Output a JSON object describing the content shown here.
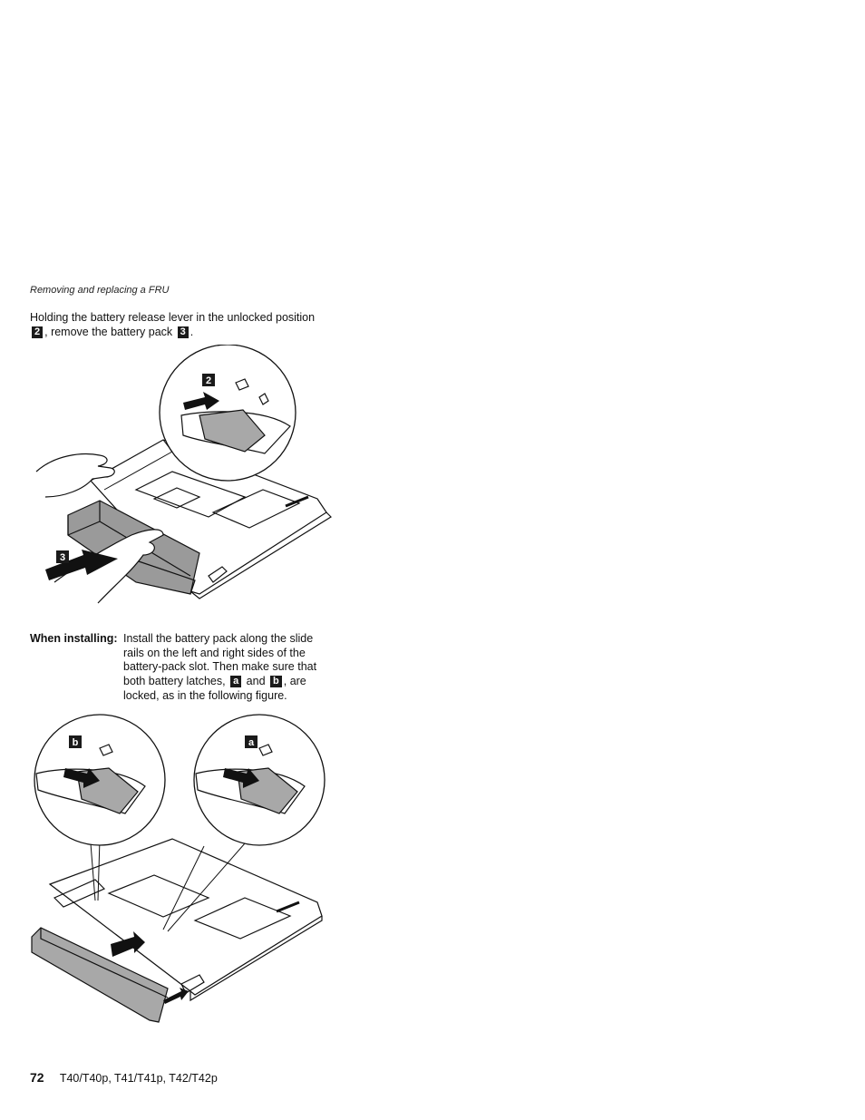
{
  "header": {
    "running_title": "Removing and replacing a FRU"
  },
  "removal": {
    "text_1": "Holding the battery release lever in the unlocked position",
    "badge_2": "2",
    "text_2": ", remove the battery pack",
    "badge_3": "3",
    "text_3": "."
  },
  "figure_1": {
    "callout_2": "2",
    "callout_3": "3"
  },
  "installing": {
    "label": "When installing:",
    "text_1": "Install the battery pack along the slide rails on the left and right sides of the battery-pack slot. Then make sure that both battery latches,",
    "badge_a": "a",
    "text_2": "and",
    "badge_b": "b",
    "text_3": ", are locked, as in the following figure."
  },
  "figure_2": {
    "callout_b": "b",
    "callout_a": "a"
  },
  "footer": {
    "page_number": "72",
    "models": "T40/T40p, T41/T41p, T42/T42p"
  }
}
